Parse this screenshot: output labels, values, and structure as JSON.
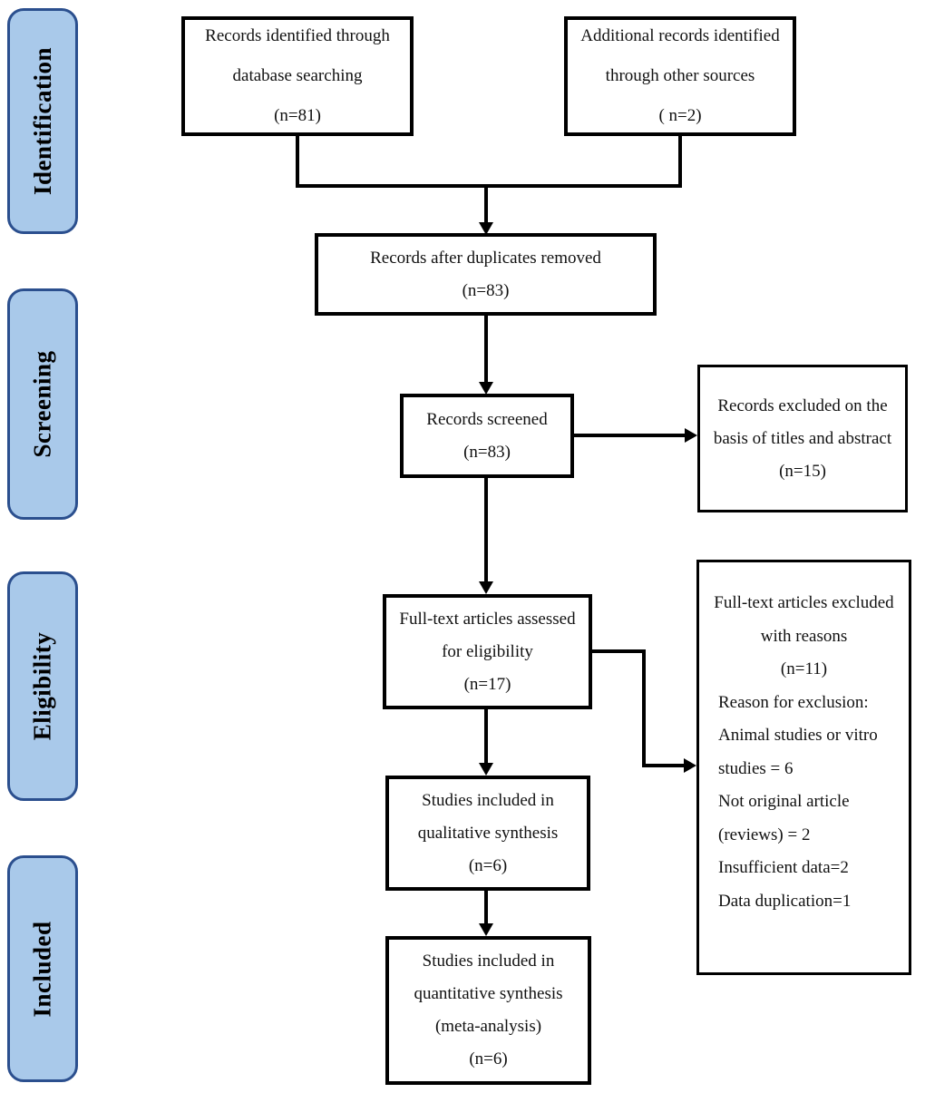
{
  "diagram_type": "prisma-flow-diagram",
  "colors": {
    "stage_fill": "#a9c9ea",
    "stage_border": "#2b4f8e",
    "box_border": "#000000",
    "text": "#111111",
    "background": "#ffffff"
  },
  "stages": {
    "identification": "Identification",
    "screening": "Screening",
    "eligibility": "Eligibility",
    "included": "Included"
  },
  "boxes": {
    "database_search": {
      "lines": [
        "Records identified through",
        "database searching",
        "(n=81)"
      ]
    },
    "other_sources": {
      "lines": [
        "Additional records identified",
        "through other sources",
        "( n=2)"
      ]
    },
    "duplicates_removed": {
      "lines": [
        "Records after duplicates removed",
        "(n=83)"
      ]
    },
    "records_screened": {
      "lines": [
        "Records screened",
        "(n=83)"
      ]
    },
    "records_excluded": {
      "lines": [
        "Records excluded on the",
        "basis of titles and abstract",
        "(n=15)"
      ]
    },
    "fulltext_assessed": {
      "lines": [
        "Full-text articles assessed",
        "for eligibility",
        "(n=17)"
      ]
    },
    "fulltext_excluded": {
      "header_lines": [
        "Full-text articles excluded",
        "with reasons",
        "(n=11)"
      ],
      "reason_lines": [
        "Reason for exclusion:",
        "Animal studies or vitro",
        "studies = 6",
        "Not original article",
        "(reviews) = 2",
        "Insufficient data=2",
        "Data duplication=1"
      ]
    },
    "qualitative_synthesis": {
      "lines": [
        "Studies included in",
        "qualitative synthesis",
        "(n=6)"
      ]
    },
    "quantitative_synthesis": {
      "lines": [
        "Studies included in",
        "quantitative synthesis",
        "(meta-analysis)",
        "(n=6)"
      ]
    }
  }
}
